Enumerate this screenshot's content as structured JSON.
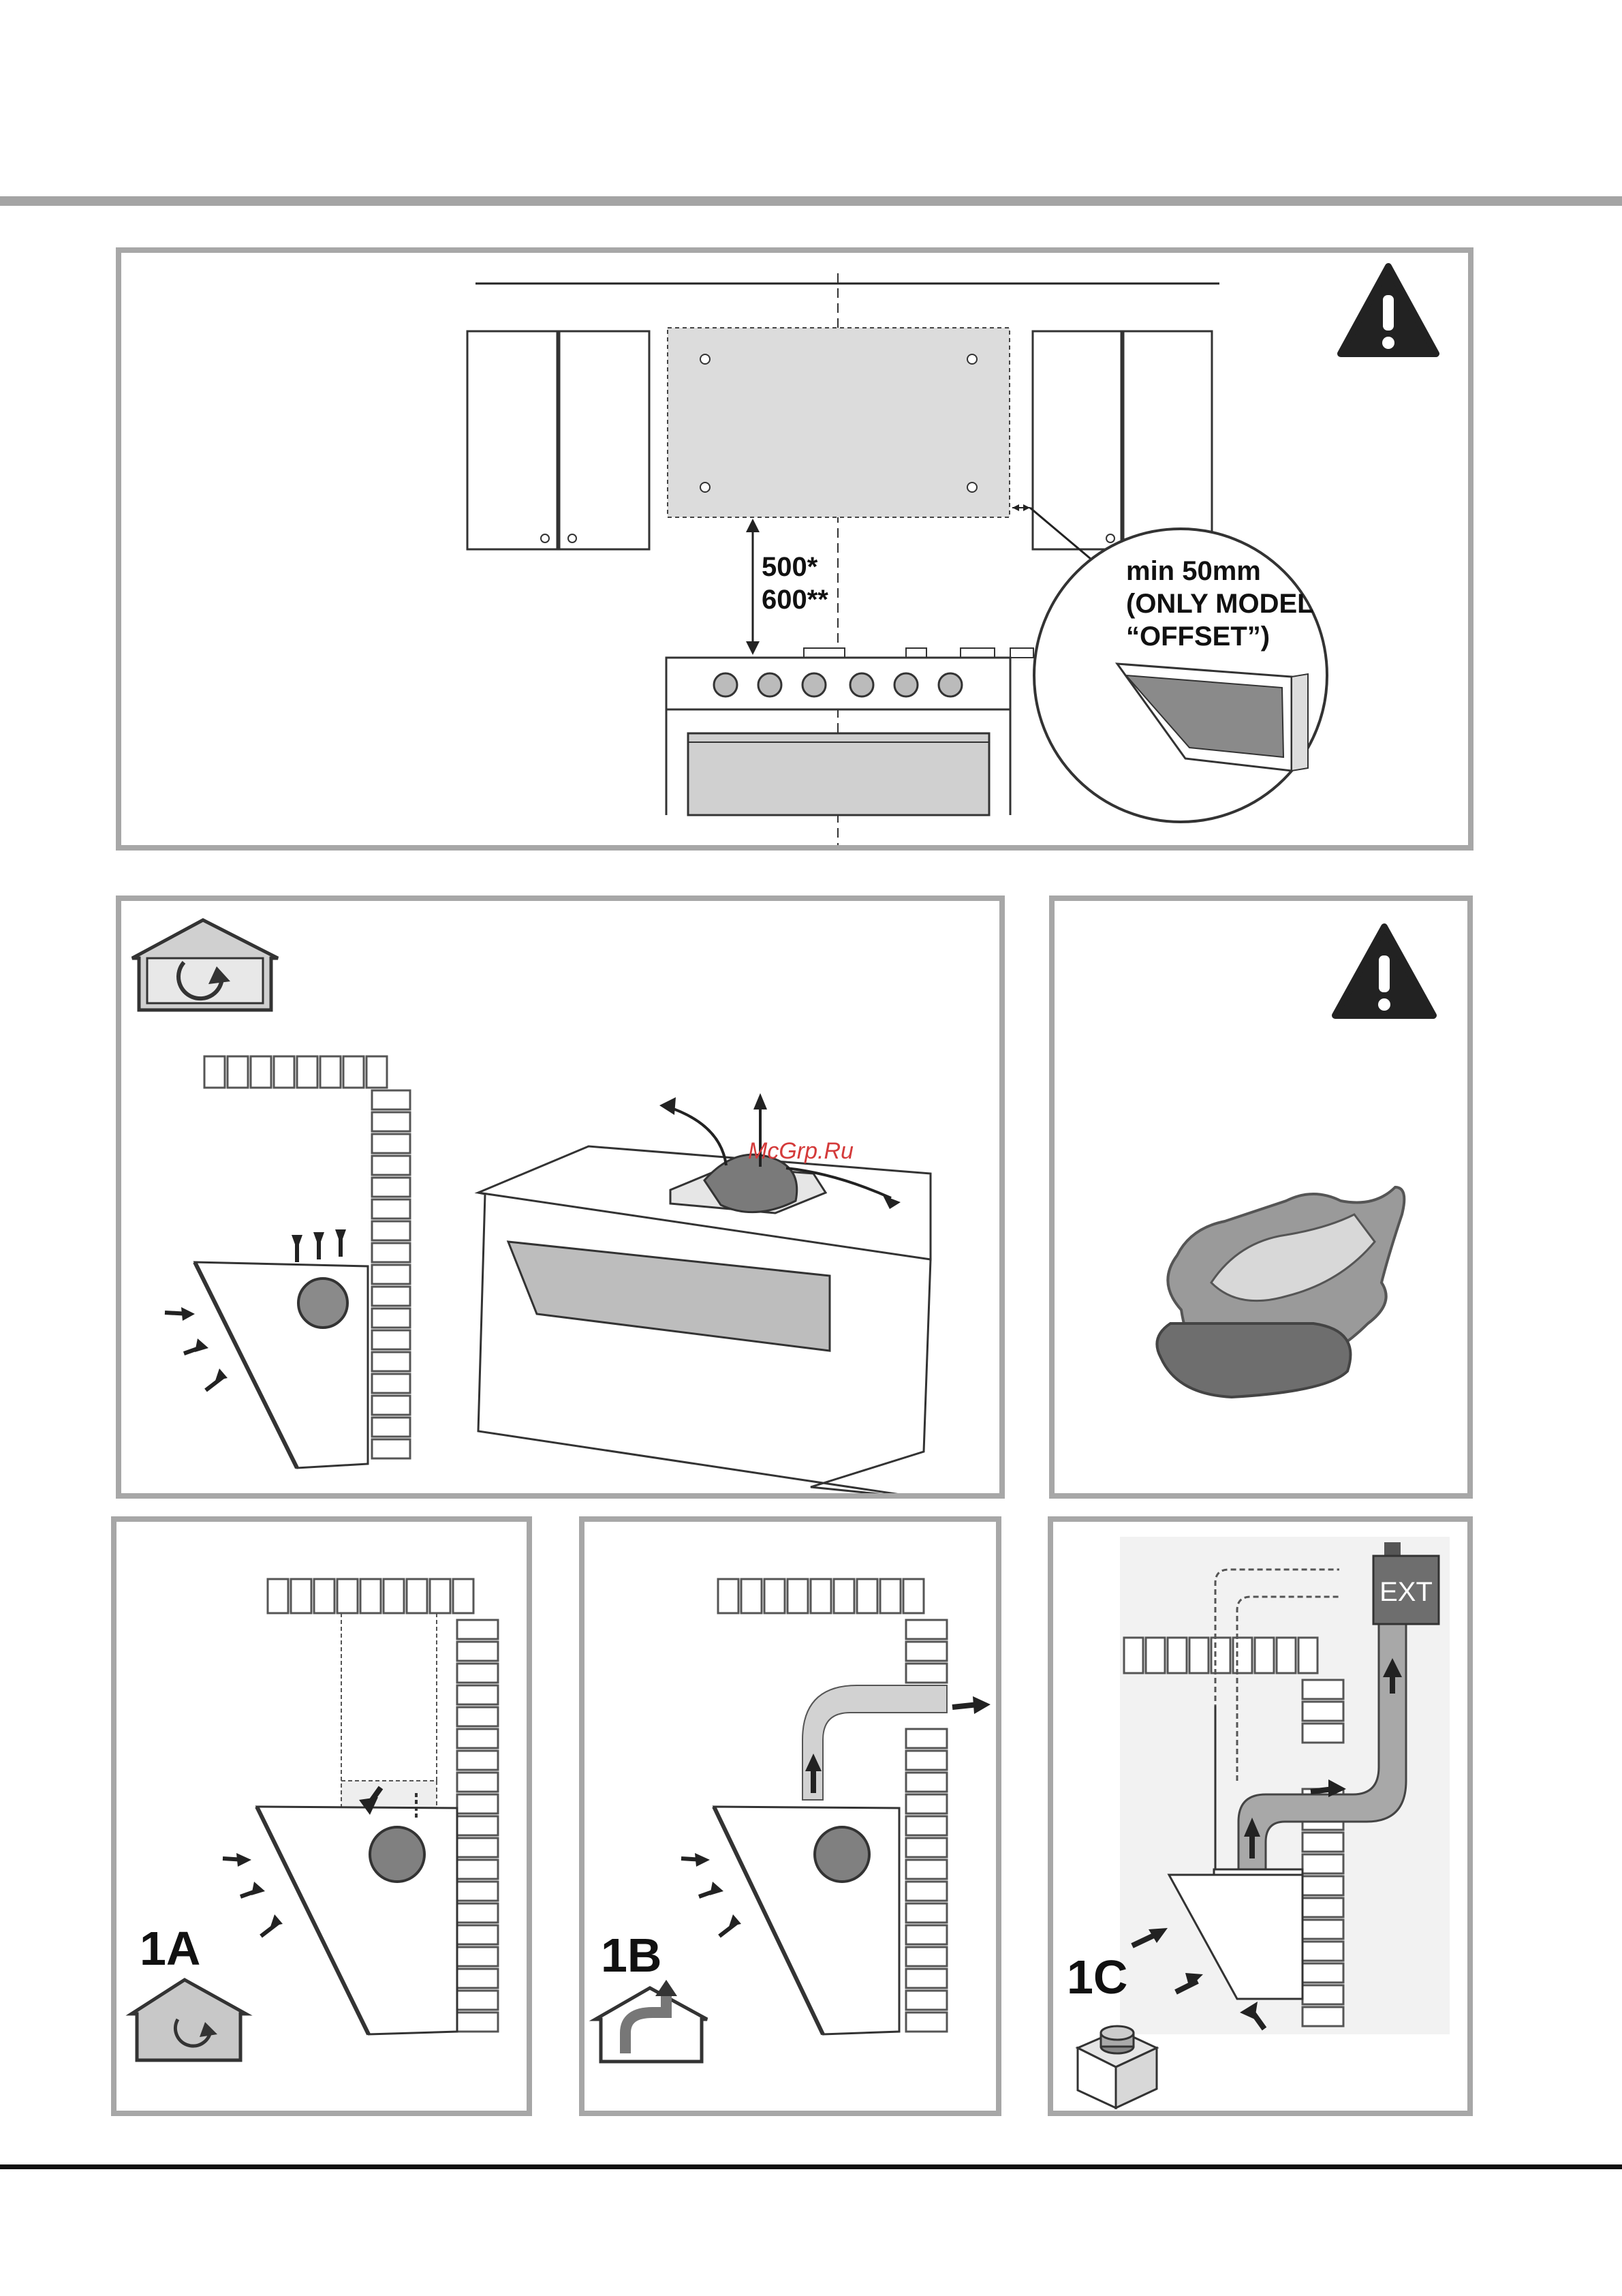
{
  "diagram1": {
    "dimension_primary": "500*",
    "dimension_secondary": "600**",
    "offset_note_line1": "min 50mm",
    "offset_note_line2": "(ONLY MODEL",
    "offset_note_line3": "“OFFSET”)"
  },
  "watermark": "McGrp.Ru",
  "panels": {
    "a": {
      "label": "1A"
    },
    "b": {
      "label": "1B"
    },
    "c": {
      "label": "1C",
      "duct_label": "EXT"
    }
  },
  "icons": [
    "warning-icon",
    "recirculation-house-icon",
    "gloves-icon",
    "exhaust-house-icon",
    "filter-box-icon"
  ],
  "colors": {
    "frame": "#a7a7a7",
    "fill": "#7a7a7a",
    "light_fill": "#dcdcdc"
  }
}
